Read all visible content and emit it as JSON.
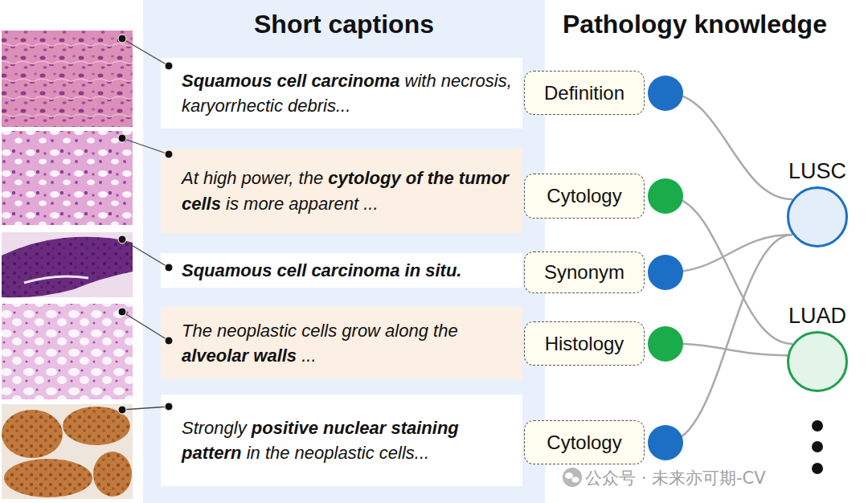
{
  "diagram": {
    "nodes": [
      {
        "text": [
          "Short captions"
        ]
      },
      {
        "text": [
          "Squamous cell carcinoma",
          "with necrosis, karyorrhectic debris..."
        ],
        "in": 0
      },
      {
        "text": [
          "At high power, the",
          "cytology of the tumor cells",
          "is more apparent ..."
        ],
        "in": 0
      },
      {
        "text": [
          "Squamous cell carcinoma in situ."
        ],
        "in": 0
      },
      {
        "text": [
          "The neoplastic cells grow along the",
          "alveolar walls",
          "..."
        ],
        "in": 0
      },
      {
        "text": [
          "Strongly",
          "positive nuclear staining pattern",
          "in the neoplastic cells..."
        ],
        "in": 0
      },
      {
        "text": [
          "Definition"
        ]
      },
      {
        "text": [
          "Cytology"
        ]
      },
      {
        "text": [
          "Synonym"
        ]
      },
      {
        "text": [
          "Histology"
        ]
      },
      {
        "text": [
          "Cytology"
        ]
      },
      {
        "text": [
          "LUSC"
        ]
      },
      {
        "text": [
          "LUAD"
        ]
      }
    ],
    "edges": [
      {
        "from": 6,
        "to": 11,
        "arrow": "none"
      },
      {
        "from": 7,
        "to": 12,
        "arrow": "none"
      },
      {
        "from": 8,
        "to": 11,
        "arrow": "none"
      },
      {
        "from": 9,
        "to": 12,
        "arrow": "none"
      },
      {
        "from": 10,
        "to": 11,
        "arrow": "none"
      }
    ],
    "labels": [
      "Pathology knowledge",
      "公众号 · 未来亦可期-CV"
    ]
  }
}
